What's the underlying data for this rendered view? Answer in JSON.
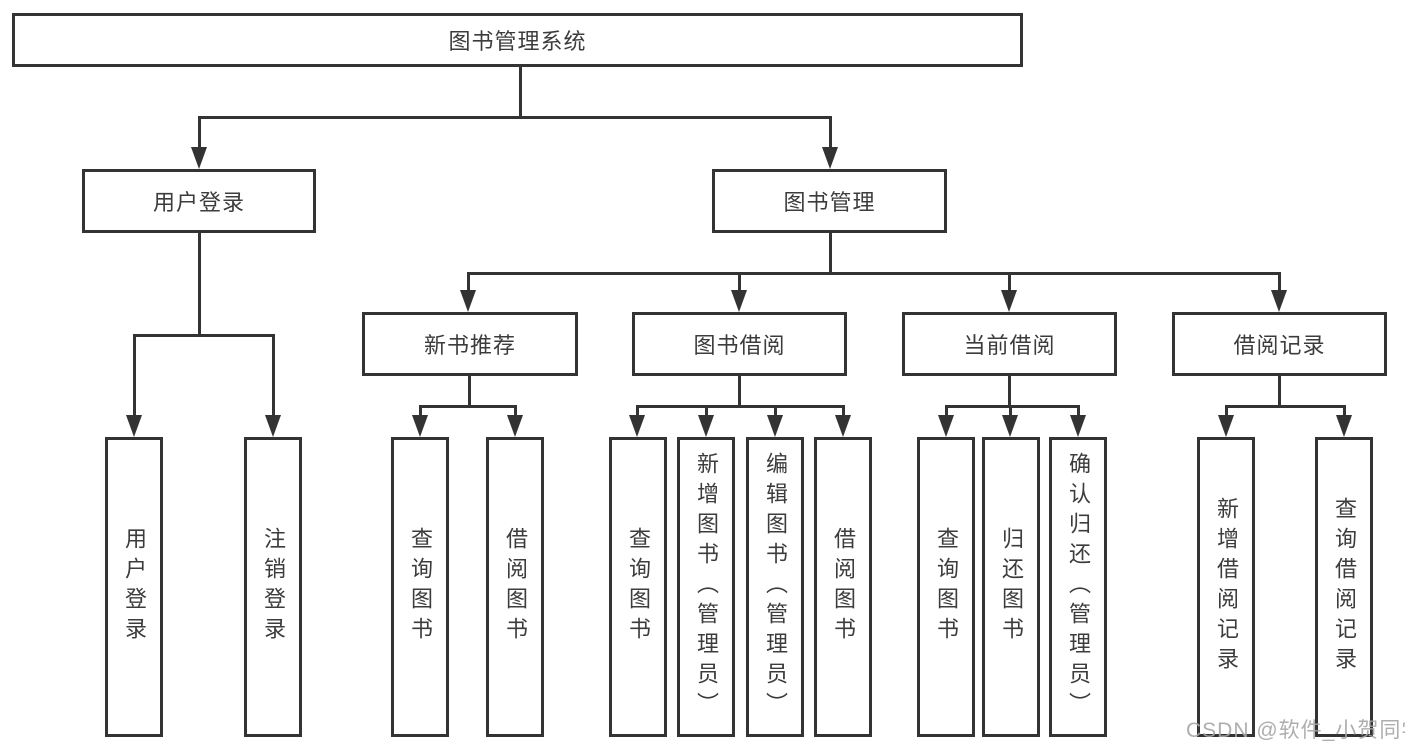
{
  "diagram": {
    "root": {
      "label": "图书管理系统"
    },
    "level2": [
      {
        "label": "用户登录",
        "children": [
          {
            "label": "用户登录"
          },
          {
            "label": "注销登录"
          }
        ]
      },
      {
        "label": "图书管理",
        "children": [
          {
            "label": "新书推荐",
            "children": [
              {
                "label": "查询图书"
              },
              {
                "label": "借阅图书"
              }
            ]
          },
          {
            "label": "图书借阅",
            "children": [
              {
                "label": "查询图书"
              },
              {
                "label": "新增图书（管理员）"
              },
              {
                "label": "编辑图书（管理员）"
              },
              {
                "label": "借阅图书"
              }
            ]
          },
          {
            "label": "当前借阅",
            "children": [
              {
                "label": "查询图书"
              },
              {
                "label": "归还图书"
              },
              {
                "label": "确认归还（管理员）"
              }
            ]
          },
          {
            "label": "借阅记录",
            "children": [
              {
                "label": "新增借阅记录"
              },
              {
                "label": "查询借阅记录"
              }
            ]
          }
        ]
      }
    ]
  },
  "watermark": {
    "text": "CSDN @软件_小贺同学"
  },
  "colors": {
    "line": "#333333",
    "text": "#3c3c3c",
    "background": "#ffffff",
    "watermark": "#a5a5a5"
  }
}
